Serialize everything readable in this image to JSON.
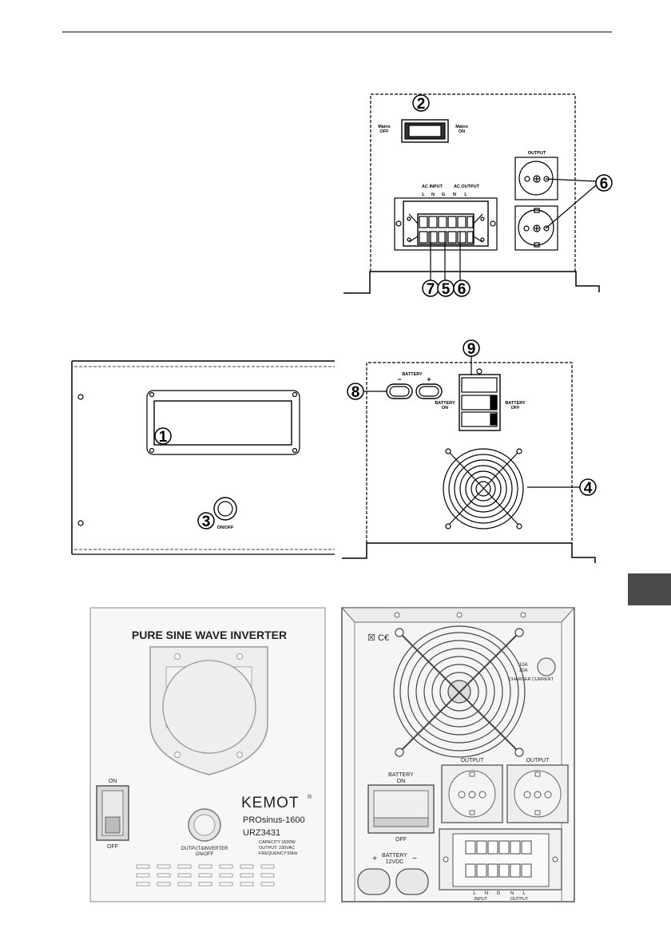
{
  "callouts": {
    "c1": "1",
    "c2": "2",
    "c3": "3",
    "c4": "4",
    "c5": "5",
    "c6": "6",
    "c7": "7",
    "c8": "8",
    "c9": "9"
  },
  "top_panel": {
    "mains_off": [
      "Mains",
      "OFF"
    ],
    "mains_on": [
      "Mains",
      "ON"
    ],
    "output": "OUTPUT",
    "ac_input": "AC INPUT",
    "ac_output": "AC OUTPUT",
    "terminals": [
      "L",
      "N",
      "G",
      "N",
      "L"
    ]
  },
  "front_panel": {
    "on_off": "ON/OFF"
  },
  "side_panel": {
    "battery": "BATTERY",
    "minus": "−",
    "plus": "+",
    "battery_on": [
      "BATTERY",
      "ON"
    ],
    "battery_off": [
      "BATTERY",
      "OFF"
    ]
  },
  "photo_front": {
    "title": "PURE SINE WAVE INVERTER",
    "switch_on": "ON",
    "switch_off": "OFF",
    "button_label": [
      "OUTPUT&INVERTER",
      "ON/OFF"
    ],
    "brand": "KEMOT",
    "registered": "®",
    "model": "PROsinus-1600",
    "code": "URZ3431",
    "specs": [
      "CAPACITY:1600W",
      "OUTPUT: 230VAC",
      "FREQUENCY:50Hz"
    ]
  },
  "photo_rear": {
    "certs": "☒ C€",
    "charger_10a": "10A",
    "charger_20a": "20A",
    "charger_current": "CHARGER CURRENT",
    "output_left": "OUTPUT",
    "output_right": "OUTPUT",
    "battery_on": [
      "BATTERY",
      "ON"
    ],
    "battery_off": "OFF",
    "battery_12v": [
      "BATTERY",
      "12VDC"
    ],
    "plus": "+",
    "minus": "−",
    "terminals": [
      "L",
      "N",
      "G",
      "N",
      "L"
    ],
    "input": "INPUT",
    "output": "OUTPUT"
  }
}
